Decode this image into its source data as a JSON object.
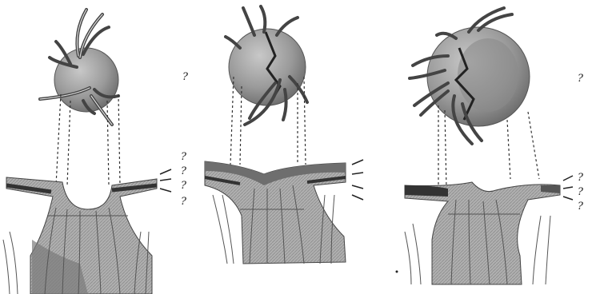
{
  "figures": [
    {
      "id": "left",
      "labels": {
        "side": "?",
        "a": "?",
        "b": "?",
        "c": "?",
        "d": "?"
      }
    },
    {
      "id": "middle",
      "labels": {}
    },
    {
      "id": "right",
      "labels": {
        "side": "?",
        "a": "?",
        "b": "?",
        "c": "?"
      }
    }
  ],
  "colors": {
    "ink": "#2a2a2a",
    "sphere": "#9a9a9a",
    "tissue": "#b4b4b4",
    "dark_tissue": "#6e6e6e"
  }
}
